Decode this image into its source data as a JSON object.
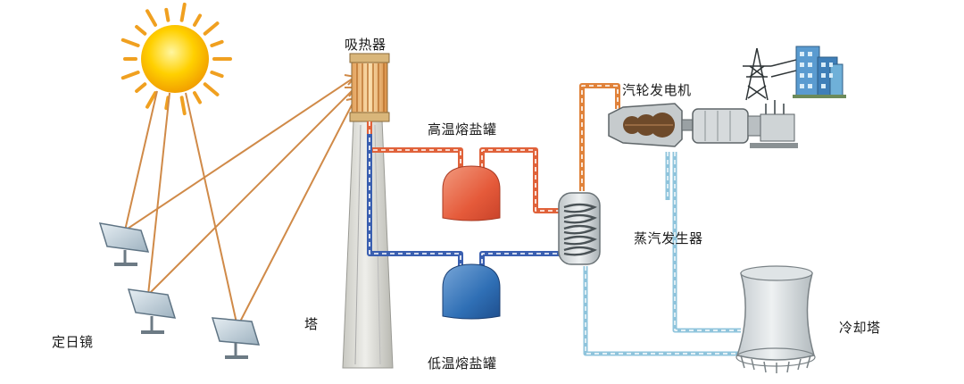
{
  "labels": {
    "absorber": "吸热器",
    "heliostat": "定日镜",
    "tower": "塔",
    "hot_tank": "高温熔盐罐",
    "cold_tank": "低温熔盐罐",
    "turbine_generator": "汽轮发电机",
    "steam_generator": "蒸汽发生器",
    "cooling_tower": "冷却塔"
  },
  "colors": {
    "sun_core": "#ffd000",
    "sun_rays": "#f0a020",
    "light_rays": "#d08a48",
    "hot_pipe": "#e0623a",
    "cold_pipe": "#3a5fb0",
    "water_pipe": "#8fc4dc",
    "hot_tank": "#e55a3a",
    "cold_tank": "#2f6fb5",
    "tower": "#d8d8d2",
    "heliostat": "#b8c8d4"
  }
}
